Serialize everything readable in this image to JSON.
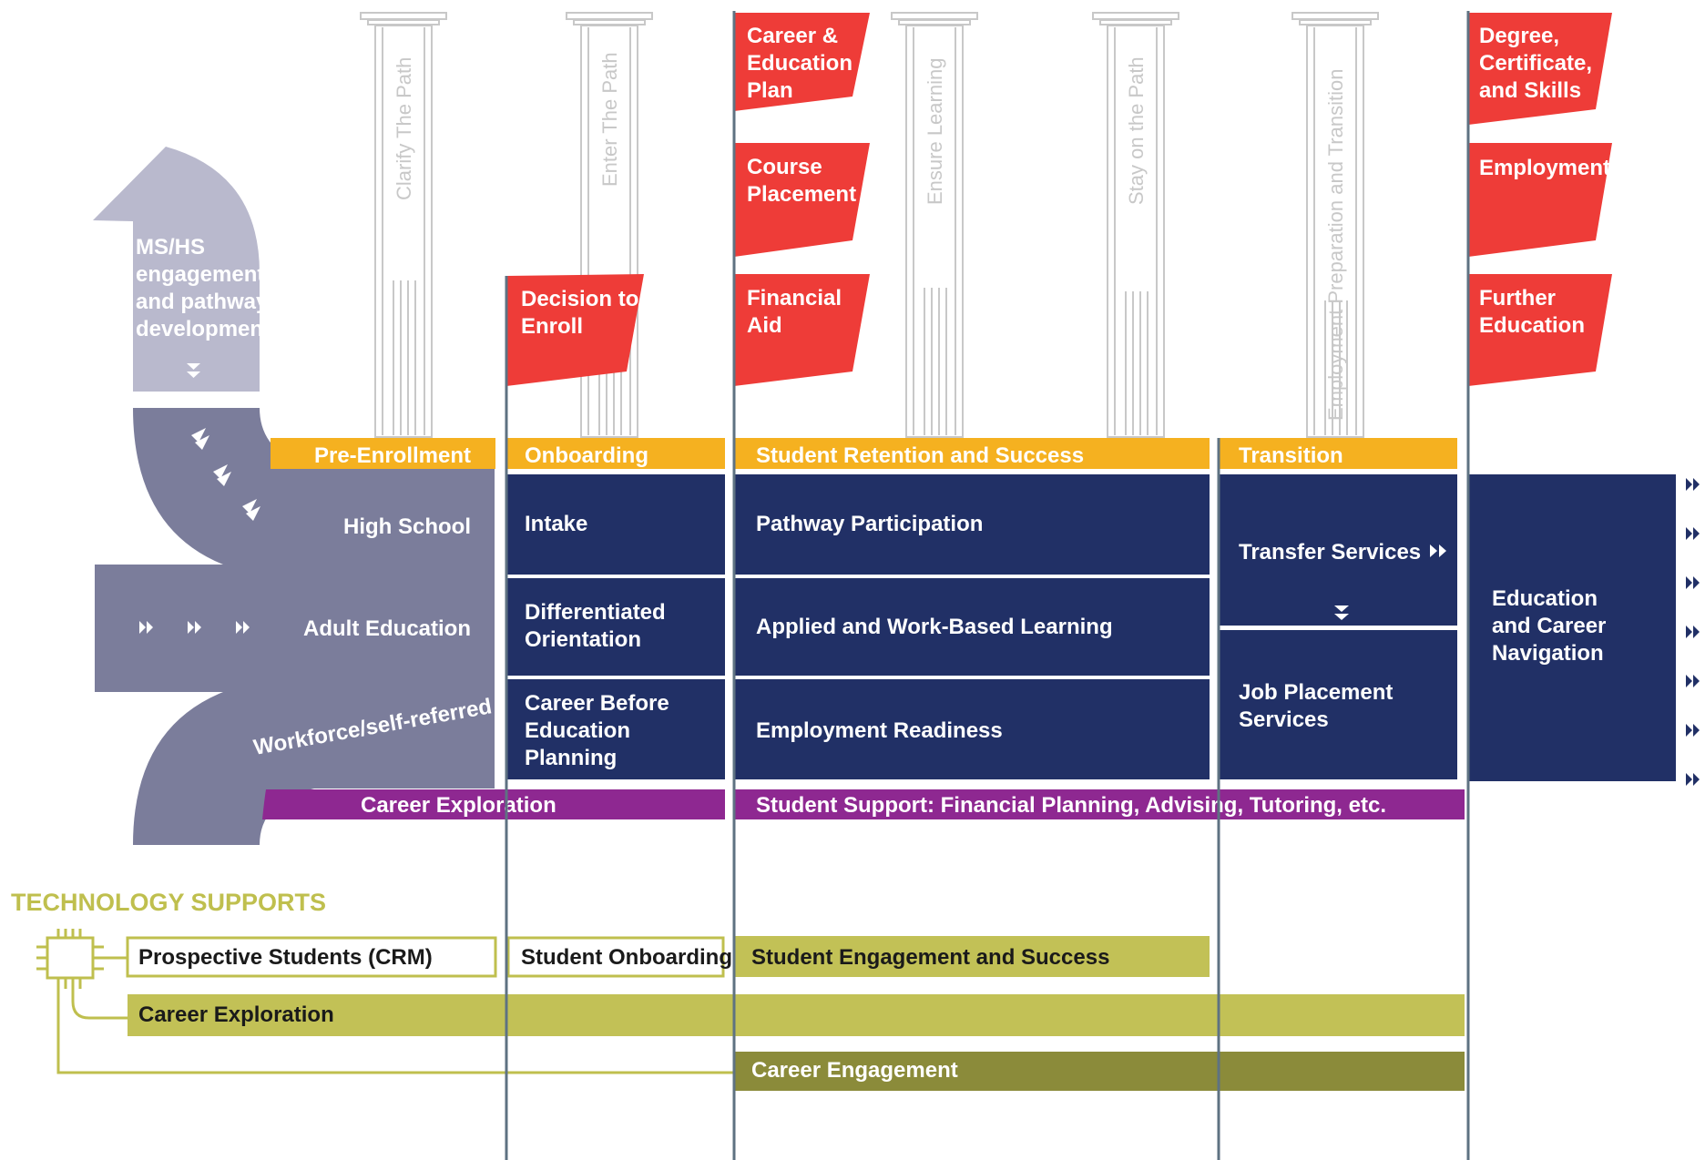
{
  "colors": {
    "pathway_light": "#b9b9cd",
    "pathway": "#7b7d9b",
    "phase_gold": "#f5b120",
    "box_navy": "#213066",
    "flag_red": "#ee3c38",
    "support_purple": "#8e2891",
    "tech_olive": "#c2c156",
    "tech_olive_dark": "#8b8b3a",
    "pole": "#5e7282",
    "column_grey": "#c8c8c8"
  },
  "pillars": [
    "Clarify The Path",
    "Enter The Path",
    "Ensure Learning",
    "Stay on the Path",
    "Employment Preparation and Transition"
  ],
  "flags": {
    "decision": [
      "Decision to",
      "Enroll"
    ],
    "career_plan": [
      "Career &",
      "Education",
      "Plan"
    ],
    "course": [
      "Course",
      "Placement"
    ],
    "aid": [
      "Financial",
      "Aid"
    ],
    "degree": [
      "Degree,",
      "Certificate,",
      "and Skills"
    ],
    "employment": [
      "Employment"
    ],
    "further": [
      "Further",
      "Education"
    ]
  },
  "entry": {
    "ms_hs": [
      "MS/HS",
      "engagement",
      "and pathway",
      "development"
    ],
    "high_school": "High School",
    "adult_ed": "Adult Education",
    "workforce": "Workforce/self-referred"
  },
  "phases": {
    "pre": "Pre-Enrollment",
    "onboarding": "Onboarding",
    "retention": "Student Retention and Success",
    "transition": "Transition"
  },
  "boxes": {
    "intake": [
      "Intake"
    ],
    "orientation": [
      "Differentiated",
      "Orientation"
    ],
    "cbep": [
      "Career Before",
      "Education",
      "Planning"
    ],
    "pathway": [
      "Pathway Participation"
    ],
    "applied": [
      "Applied and Work-Based Learning"
    ],
    "employ_ready": [
      "Employment Readiness"
    ],
    "transfer": [
      "Transfer Services"
    ],
    "job_place": [
      "Job Placement",
      "Services"
    ],
    "navigation": [
      "Education",
      "and Career",
      "Navigation"
    ]
  },
  "support_bands": {
    "career_exploration": "Career Exploration",
    "student_support": "Student Support: Financial Planning, Advising, Tutoring, etc."
  },
  "technology": {
    "title": "TECHNOLOGY SUPPORTS",
    "crm": "Prospective Students (CRM)",
    "onboarding": "Student Onboarding",
    "engagement": "Student Engagement and Success",
    "career_exploration": "Career Exploration",
    "career_engagement": "Career Engagement"
  }
}
